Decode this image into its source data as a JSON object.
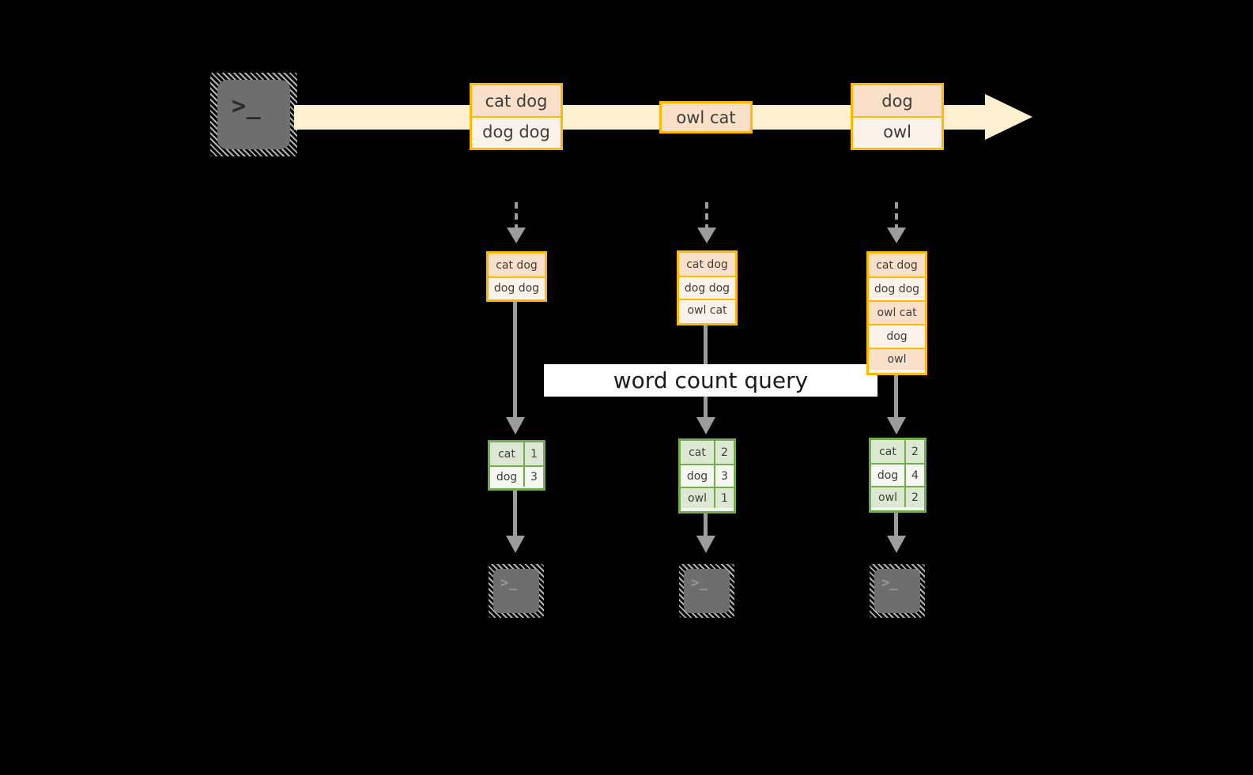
{
  "diagram": {
    "title_banner": {
      "label": "word count query"
    },
    "colors": {
      "background": "#000000",
      "stream_fill": "#fdf0d0",
      "record_border": "#ffb900",
      "record_fill_light": "#fdf3ea",
      "record_fill_dark": "#fae0c8",
      "table_border": "#74ad4c",
      "table_fill_light": "#f4f8f1",
      "table_fill_dark": "#dde8d3",
      "arrow_gray": "#9c9c9c",
      "terminal_body": "#6e6e6e",
      "banner_fill": "#ffffff",
      "text": "#3d3d3d"
    },
    "source_terminal": {
      "icon": "terminal-icon",
      "prompt": ">_"
    },
    "stream": {
      "icon": "right-arrow-icon",
      "records": [
        {
          "name": "stream-record-1",
          "lines": [
            {
              "text": "cat dog",
              "shade": "dark"
            },
            {
              "text": "dog dog",
              "shade": "light"
            }
          ]
        },
        {
          "name": "stream-record-2",
          "lines": [
            {
              "text": "owl cat",
              "shade": "dark"
            }
          ]
        },
        {
          "name": "stream-record-3",
          "lines": [
            {
              "text": "dog",
              "shade": "dark"
            },
            {
              "text": "owl",
              "shade": "light"
            }
          ]
        }
      ]
    },
    "snapshots": [
      {
        "name": "snapshot-1",
        "input_table": {
          "name": "accumulated-records-1",
          "rows": [
            {
              "text": "cat dog",
              "shade": "dark"
            },
            {
              "text": "dog dog",
              "shade": "light"
            }
          ]
        },
        "result_table": {
          "name": "word-count-result-1",
          "rows": [
            {
              "word": "cat",
              "count": "1",
              "shade": "dark"
            },
            {
              "word": "dog",
              "count": "3",
              "shade": "light"
            }
          ]
        },
        "sink_terminal": {
          "icon": "terminal-icon",
          "prompt": ">_"
        }
      },
      {
        "name": "snapshot-2",
        "input_table": {
          "name": "accumulated-records-2",
          "rows": [
            {
              "text": "cat dog",
              "shade": "dark"
            },
            {
              "text": "dog dog",
              "shade": "light"
            },
            {
              "text": "owl cat",
              "shade": "light"
            }
          ]
        },
        "result_table": {
          "name": "word-count-result-2",
          "rows": [
            {
              "word": "cat",
              "count": "2",
              "shade": "dark"
            },
            {
              "word": "dog",
              "count": "3",
              "shade": "light"
            },
            {
              "word": "owl",
              "count": "1",
              "shade": "dark"
            }
          ]
        },
        "sink_terminal": {
          "icon": "terminal-icon",
          "prompt": ">_"
        }
      },
      {
        "name": "snapshot-3",
        "input_table": {
          "name": "accumulated-records-3",
          "rows": [
            {
              "text": "cat dog",
              "shade": "dark"
            },
            {
              "text": "dog dog",
              "shade": "light"
            },
            {
              "text": "owl cat",
              "shade": "dark"
            },
            {
              "text": "dog",
              "shade": "light"
            },
            {
              "text": "owl",
              "shade": "dark"
            }
          ]
        },
        "result_table": {
          "name": "word-count-result-3",
          "rows": [
            {
              "word": "cat",
              "count": "2",
              "shade": "dark"
            },
            {
              "word": "dog",
              "count": "4",
              "shade": "light"
            },
            {
              "word": "owl",
              "count": "2",
              "shade": "dark"
            }
          ]
        },
        "sink_terminal": {
          "icon": "terminal-icon",
          "prompt": ">_"
        }
      }
    ]
  }
}
